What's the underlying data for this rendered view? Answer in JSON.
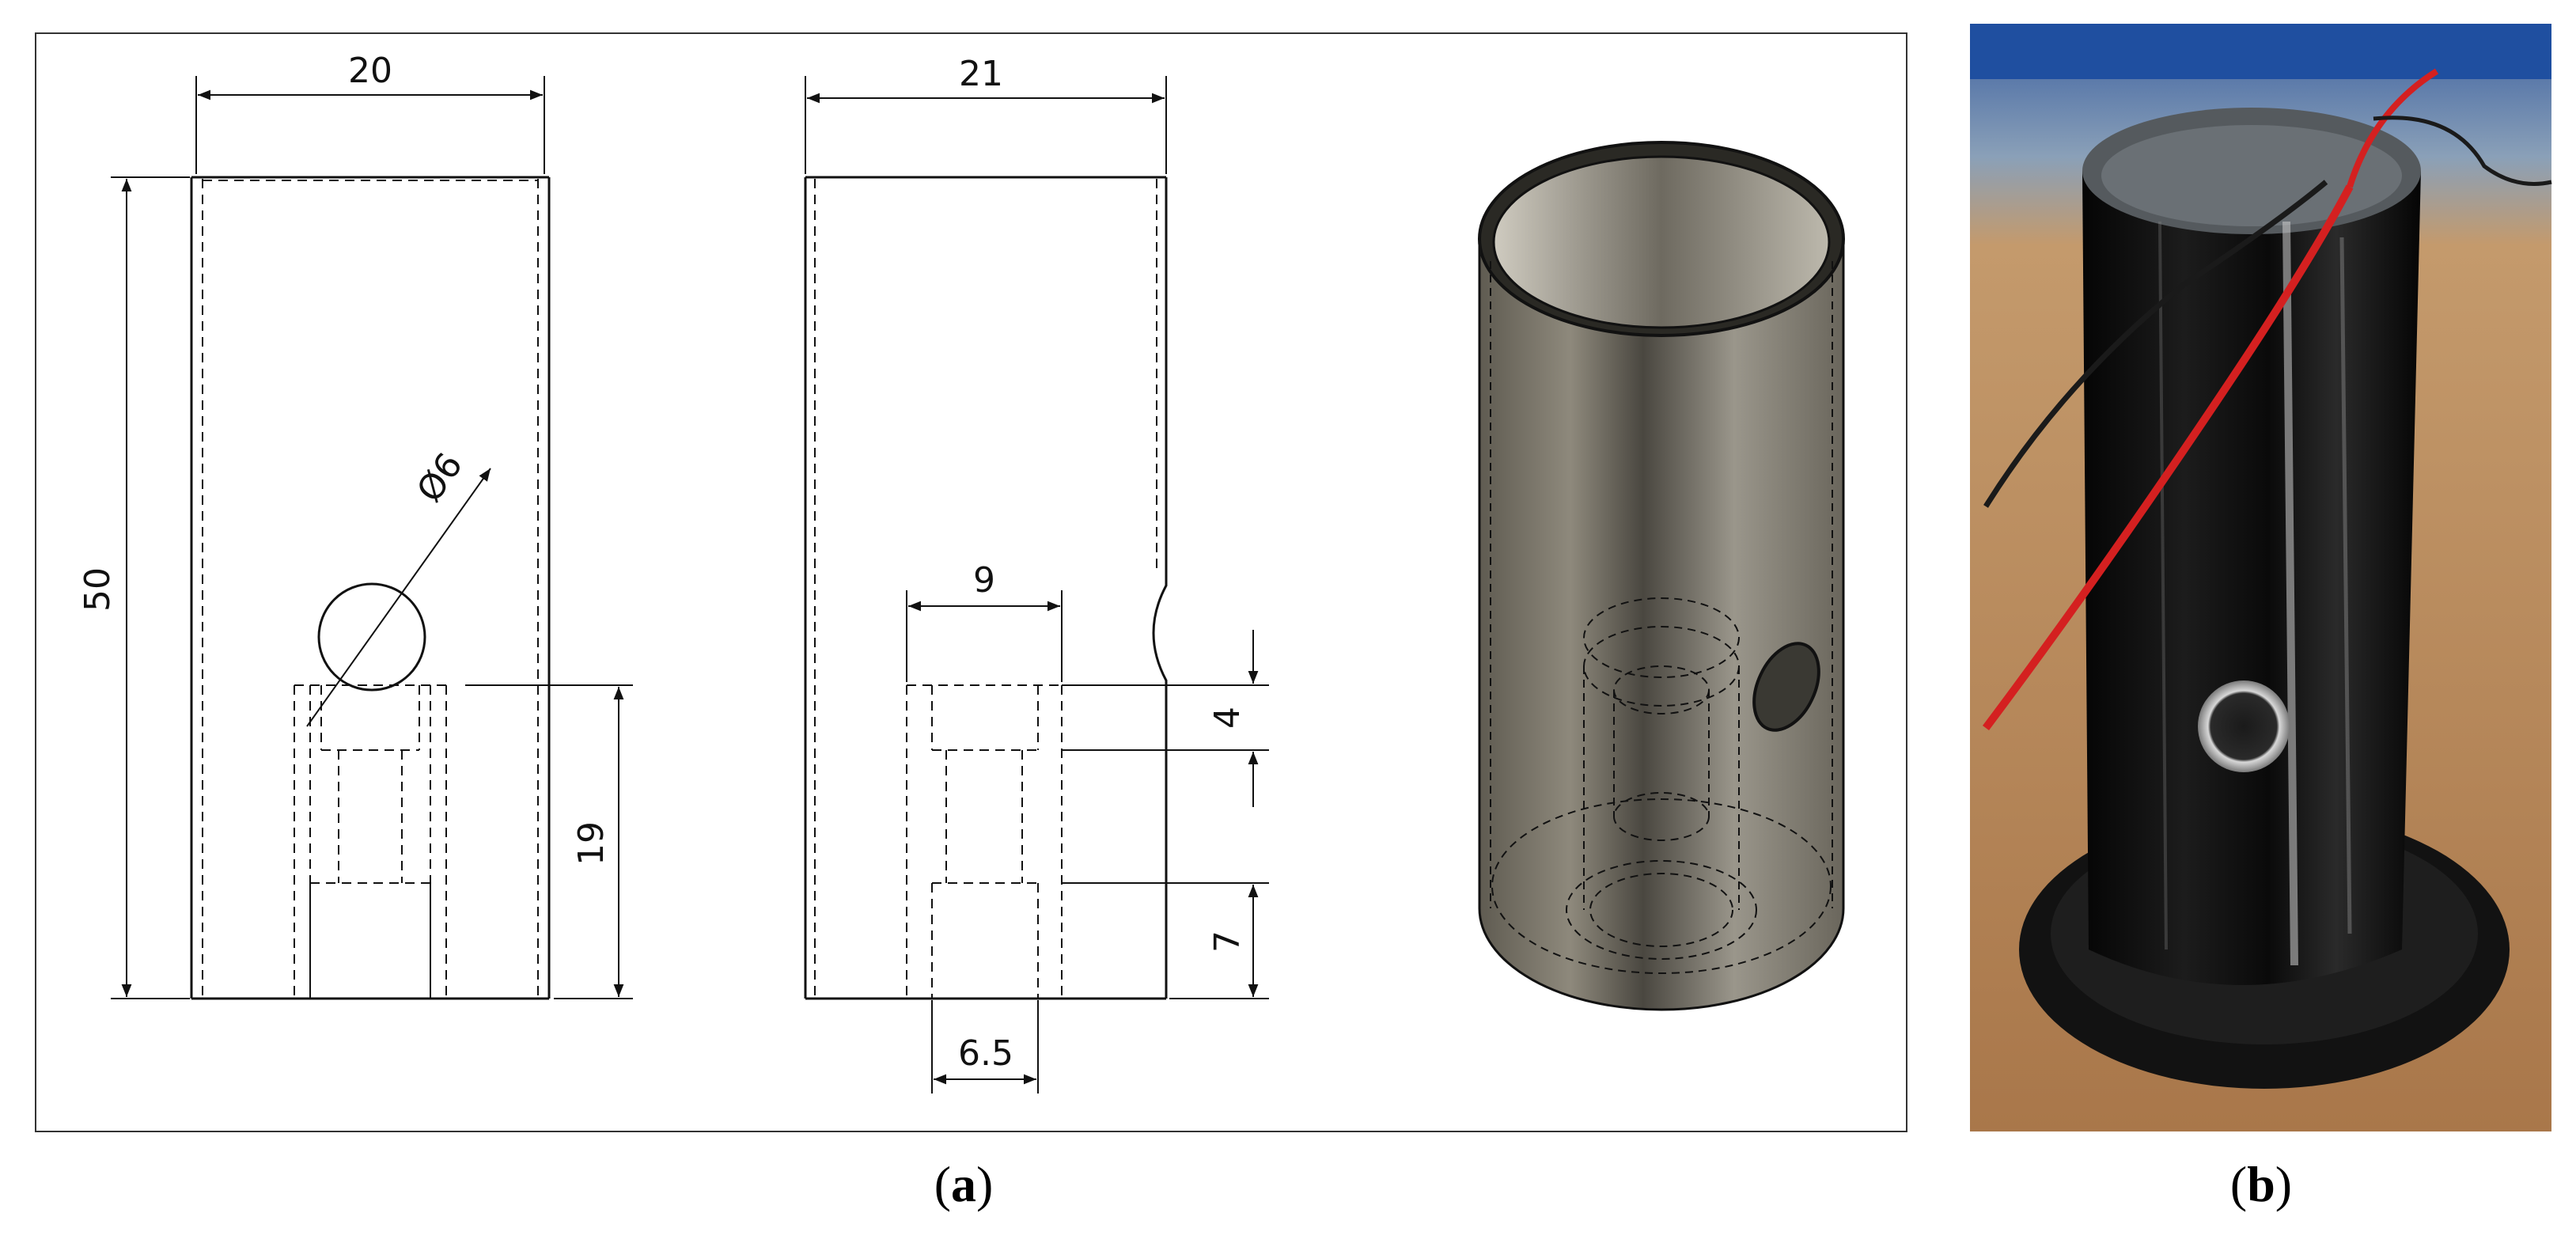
{
  "panel_a": {
    "caption_letter": "a",
    "front_view": {
      "width_label": "20",
      "height_label": "50",
      "hole_diameter_label": "Ø6",
      "hole_height_label": "19"
    },
    "side_view": {
      "width_label": "21",
      "pocket_width_label": "9",
      "pocket_depth_label": "4",
      "bottom_depth_label": "7",
      "bottom_width_label": "6.5"
    }
  },
  "panel_b": {
    "caption_letter": "b"
  },
  "colors": {
    "line": "#111111",
    "frame": "#333333",
    "cylinder_body": "#8a8578",
    "photo_table": "#b98f63",
    "photo_cylinder": "#0e0e0e",
    "wire_red": "#d42020"
  }
}
